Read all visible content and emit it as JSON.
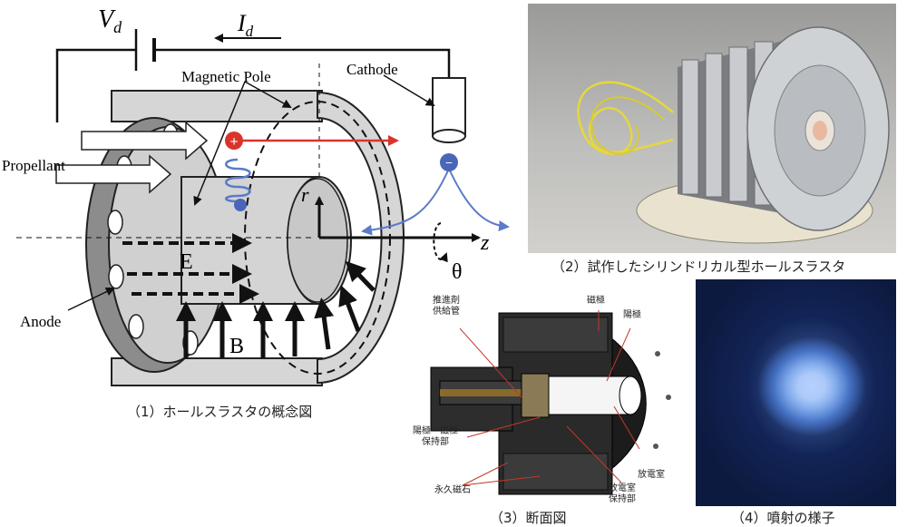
{
  "panel1": {
    "caption": "（1）ホールスラスタの概念図",
    "labels": {
      "vd_main": "V",
      "vd_sub": "d",
      "id_main": "I",
      "id_sub": "d",
      "magnetic_pole": "Magnetic Pole",
      "cathode": "Cathode",
      "propellant": "Propellant",
      "anode": "Anode",
      "r": "r",
      "z": "z",
      "theta": "θ",
      "E": "E",
      "B": "B",
      "plus": "+",
      "minus": "−"
    }
  },
  "panel2": {
    "caption": "（2）試作したシリンドリカル型ホールスラスタ"
  },
  "panel3": {
    "caption": "（3）断面図",
    "labels": {
      "propellant_line_1": "推進剤",
      "propellant_line_2": "供給管",
      "magnetic_pole": "磁極",
      "anode": "陽極",
      "holder_1": "陽極・磁極",
      "holder_2": "保持部",
      "discharge_chamber": "放電室",
      "chamber_holder_1": "放電室",
      "chamber_holder_2": "保持部",
      "permanent_magnet": "永久磁石"
    }
  },
  "panel4": {
    "caption": "（4）噴射の様子"
  },
  "colors": {
    "ion_red": "#d9342b",
    "electron_blue": "#4a66b8",
    "field_blue": "#5b7bc9",
    "gray_dark": "#8c8c8c",
    "gray_light": "#d4d4d4"
  }
}
